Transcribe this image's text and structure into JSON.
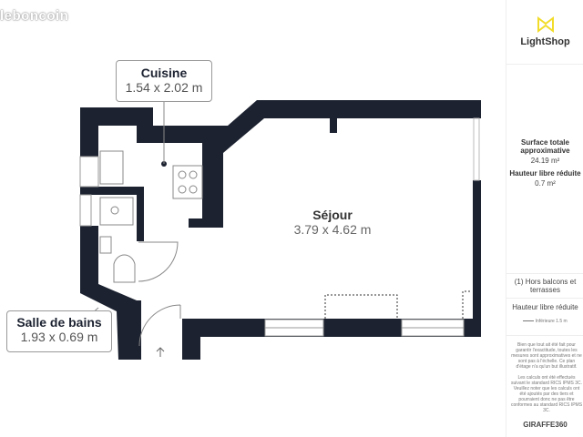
{
  "watermark_brand": "leboncoin",
  "rooms": {
    "cuisine": {
      "name": "Cuisine",
      "dims": "1.54 x 2.02 m"
    },
    "salle_de_bains": {
      "name": "Salle de bains",
      "dims": "1.93 x 0.69 m"
    },
    "sejour": {
      "name": "Séjour",
      "dims": "3.79 x 4.62 m"
    }
  },
  "colors": {
    "wall": "#1c2230",
    "logo": "#f2dc2a"
  },
  "sidebar": {
    "logo_text": "LightShop",
    "surface_label": "Surface totale approximative",
    "surface_value": "24.19 m²",
    "hauteur_label": "Hauteur libre réduite",
    "hauteur_value": "0.7 m²",
    "note": "(1) Hors balcons et terrasses",
    "legend_title": "Hauteur libre réduite",
    "legend_item": "Inférieure 1.5 m",
    "disclaimer_1": "Bien que tout ait été fait pour garantir l'exactitude, toutes les mesures sont approximatives et ne sont pas à l'échelle. Ce plan d'étage n'a qu'un but illustratif.",
    "disclaimer_2": "Les calculs ont été effectués suivant le standard RICS IPMS 3C. Veuillez noter que les calculs ont été ajoutés par des tiers et pourraient donc ne pas être conformes au standard RICS IPMS 3C.",
    "footer": "GIRAFFE360"
  }
}
